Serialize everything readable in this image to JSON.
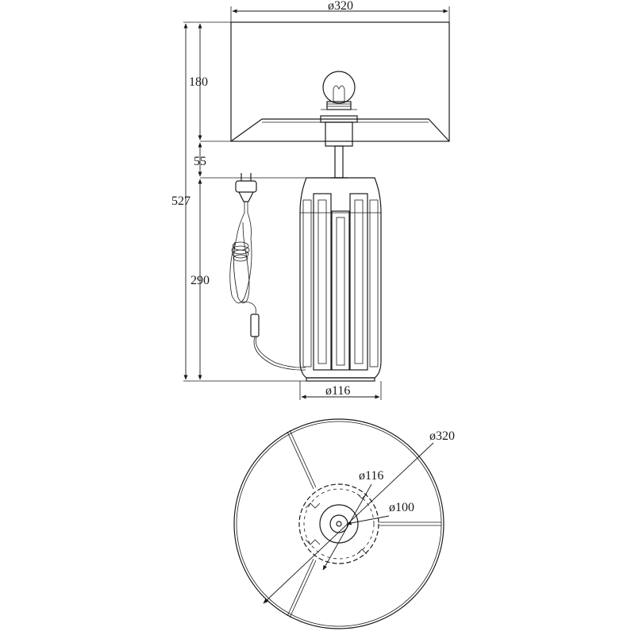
{
  "dimensions": {
    "shade_diameter": "ø320",
    "shade_height": "180",
    "neck_height": "55",
    "total_height": "527",
    "base_height": "290",
    "base_diameter": "ø116"
  },
  "plan_view": {
    "shade_diameter": "ø320",
    "base_diameter": "ø116",
    "inner_diameter": "ø100"
  },
  "colors": {
    "line": "#1a1a1a",
    "background": "#ffffff"
  }
}
